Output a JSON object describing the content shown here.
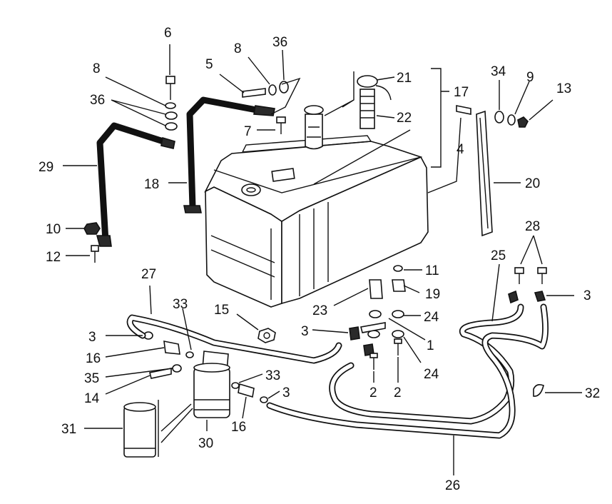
{
  "callouts": [
    {
      "id": "c6a",
      "text": "6"
    },
    {
      "id": "c8a",
      "text": "8"
    },
    {
      "id": "c36a",
      "text": "36"
    },
    {
      "id": "c29",
      "text": "29"
    },
    {
      "id": "c10",
      "text": "10"
    },
    {
      "id": "c12",
      "text": "12"
    },
    {
      "id": "c18",
      "text": "18"
    },
    {
      "id": "c5",
      "text": "5"
    },
    {
      "id": "c8b",
      "text": "8"
    },
    {
      "id": "c36b",
      "text": "36"
    },
    {
      "id": "c7",
      "text": "7"
    },
    {
      "id": "c21",
      "text": "21"
    },
    {
      "id": "c22",
      "text": "22"
    },
    {
      "id": "c17",
      "text": "17"
    },
    {
      "id": "c4",
      "text": "4"
    },
    {
      "id": "c34",
      "text": "34"
    },
    {
      "id": "c9",
      "text": "9"
    },
    {
      "id": "c13",
      "text": "13"
    },
    {
      "id": "c20",
      "text": "20"
    },
    {
      "id": "c28",
      "text": "28"
    },
    {
      "id": "c25",
      "text": "25"
    },
    {
      "id": "c3a",
      "text": "3"
    },
    {
      "id": "c11",
      "text": "11"
    },
    {
      "id": "c19",
      "text": "19"
    },
    {
      "id": "c23",
      "text": "23"
    },
    {
      "id": "c24a",
      "text": "24"
    },
    {
      "id": "c1",
      "text": "1"
    },
    {
      "id": "c24b",
      "text": "24"
    },
    {
      "id": "c2a",
      "text": "2"
    },
    {
      "id": "c2b",
      "text": "2"
    },
    {
      "id": "c27",
      "text": "27"
    },
    {
      "id": "c33a",
      "text": "33"
    },
    {
      "id": "c15",
      "text": "15"
    },
    {
      "id": "c3b",
      "text": "3"
    },
    {
      "id": "c3c",
      "text": "3"
    },
    {
      "id": "c16a",
      "text": "16"
    },
    {
      "id": "c35",
      "text": "35"
    },
    {
      "id": "c14",
      "text": "14"
    },
    {
      "id": "c33b",
      "text": "33"
    },
    {
      "id": "c3d",
      "text": "3"
    },
    {
      "id": "c16b",
      "text": "16"
    },
    {
      "id": "c30",
      "text": "30"
    },
    {
      "id": "c31",
      "text": "31"
    },
    {
      "id": "c32",
      "text": "32"
    },
    {
      "id": "c26",
      "text": "26"
    }
  ]
}
